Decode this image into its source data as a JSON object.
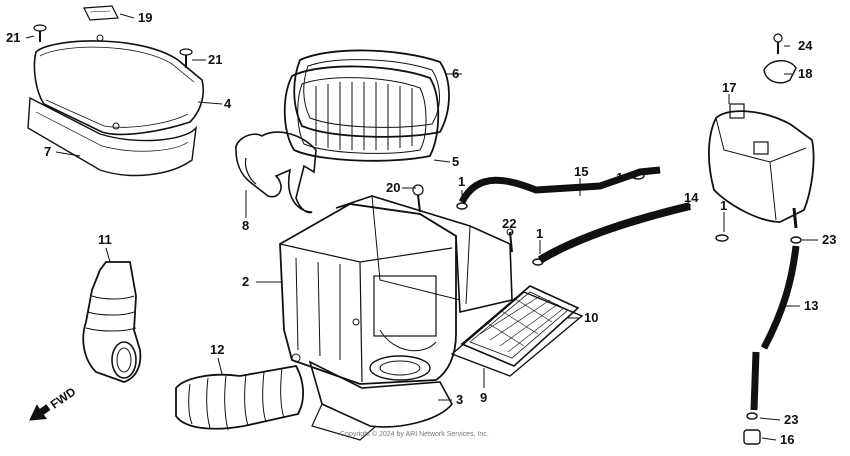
{
  "labels": {
    "p1a": "1",
    "p1b": "1",
    "p1c": "1",
    "p1d": "1",
    "p2": "2",
    "p3": "3",
    "p4": "4",
    "p5": "5",
    "p6": "6",
    "p7": "7",
    "p8": "8",
    "p9": "9",
    "p10": "10",
    "p11": "11",
    "p12": "12",
    "p13": "13",
    "p14": "14",
    "p15": "15",
    "p16": "16",
    "p17": "17",
    "p18": "18",
    "p19": "19",
    "p20": "20",
    "p21a": "21",
    "p21b": "21",
    "p22": "22",
    "p23a": "23",
    "p23b": "23",
    "p24": "24"
  },
  "direction": "FWD",
  "copyright": "Copyright © 2024 by ARI Network Services, Inc."
}
